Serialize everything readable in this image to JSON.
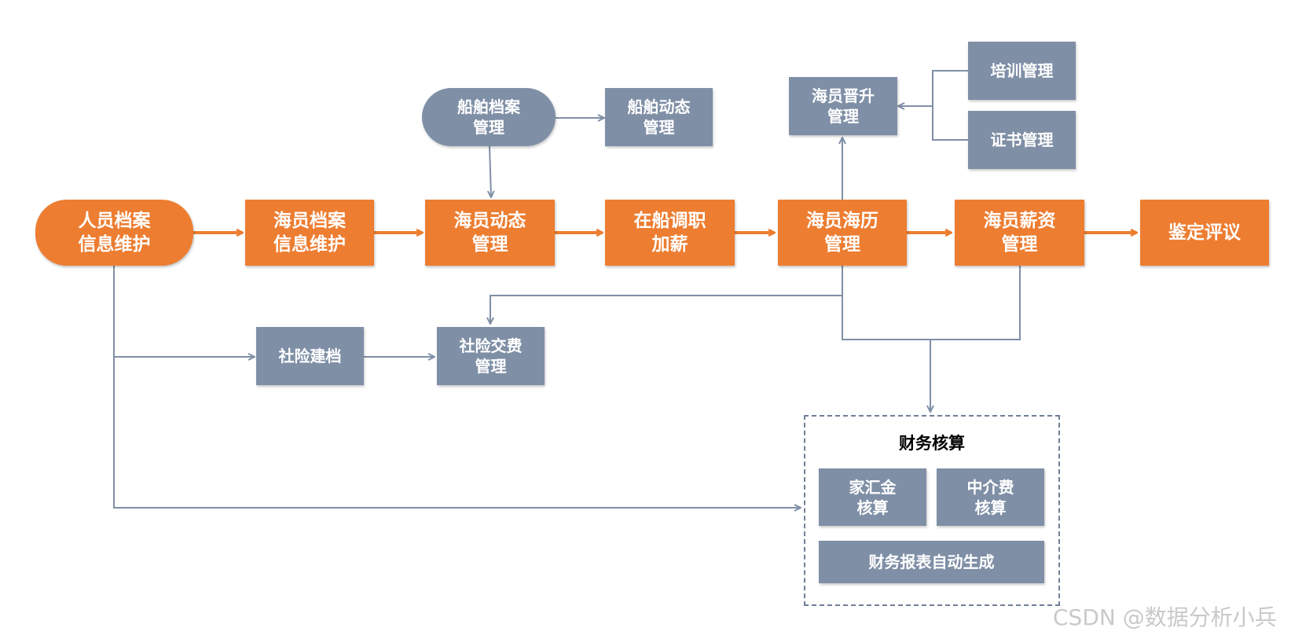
{
  "nodes": {
    "personnel_records": "人员档案\n信息维护",
    "seafarer_records": "海员档案\n信息维护",
    "seafarer_dynamics": "海员动态\n管理",
    "onboard_transfer": "在船调职\n加薪",
    "sea_service": "海员海历\n管理",
    "salary": "海员薪资\n管理",
    "appraisal": "鉴定评议",
    "ship_records": "船舶档案\n管理",
    "ship_dynamics": "船舶动态\n管理",
    "promotion": "海员晋升\n管理",
    "training": "培训管理",
    "certificate": "证书管理",
    "social_insurance_file": "社险建档",
    "social_insurance_payment": "社险交费\n管理",
    "family_remittance": "家汇金\n核算",
    "agency_fee": "中介费\n核算",
    "financial_report": "财务报表自动生成"
  },
  "group": {
    "title": "财务核算"
  },
  "watermark": "CSDN @数据分析小兵",
  "colors": {
    "main_flow": "#ed7d31",
    "sub_node": "#7f8fa6",
    "connector": "#7f8fa6"
  }
}
